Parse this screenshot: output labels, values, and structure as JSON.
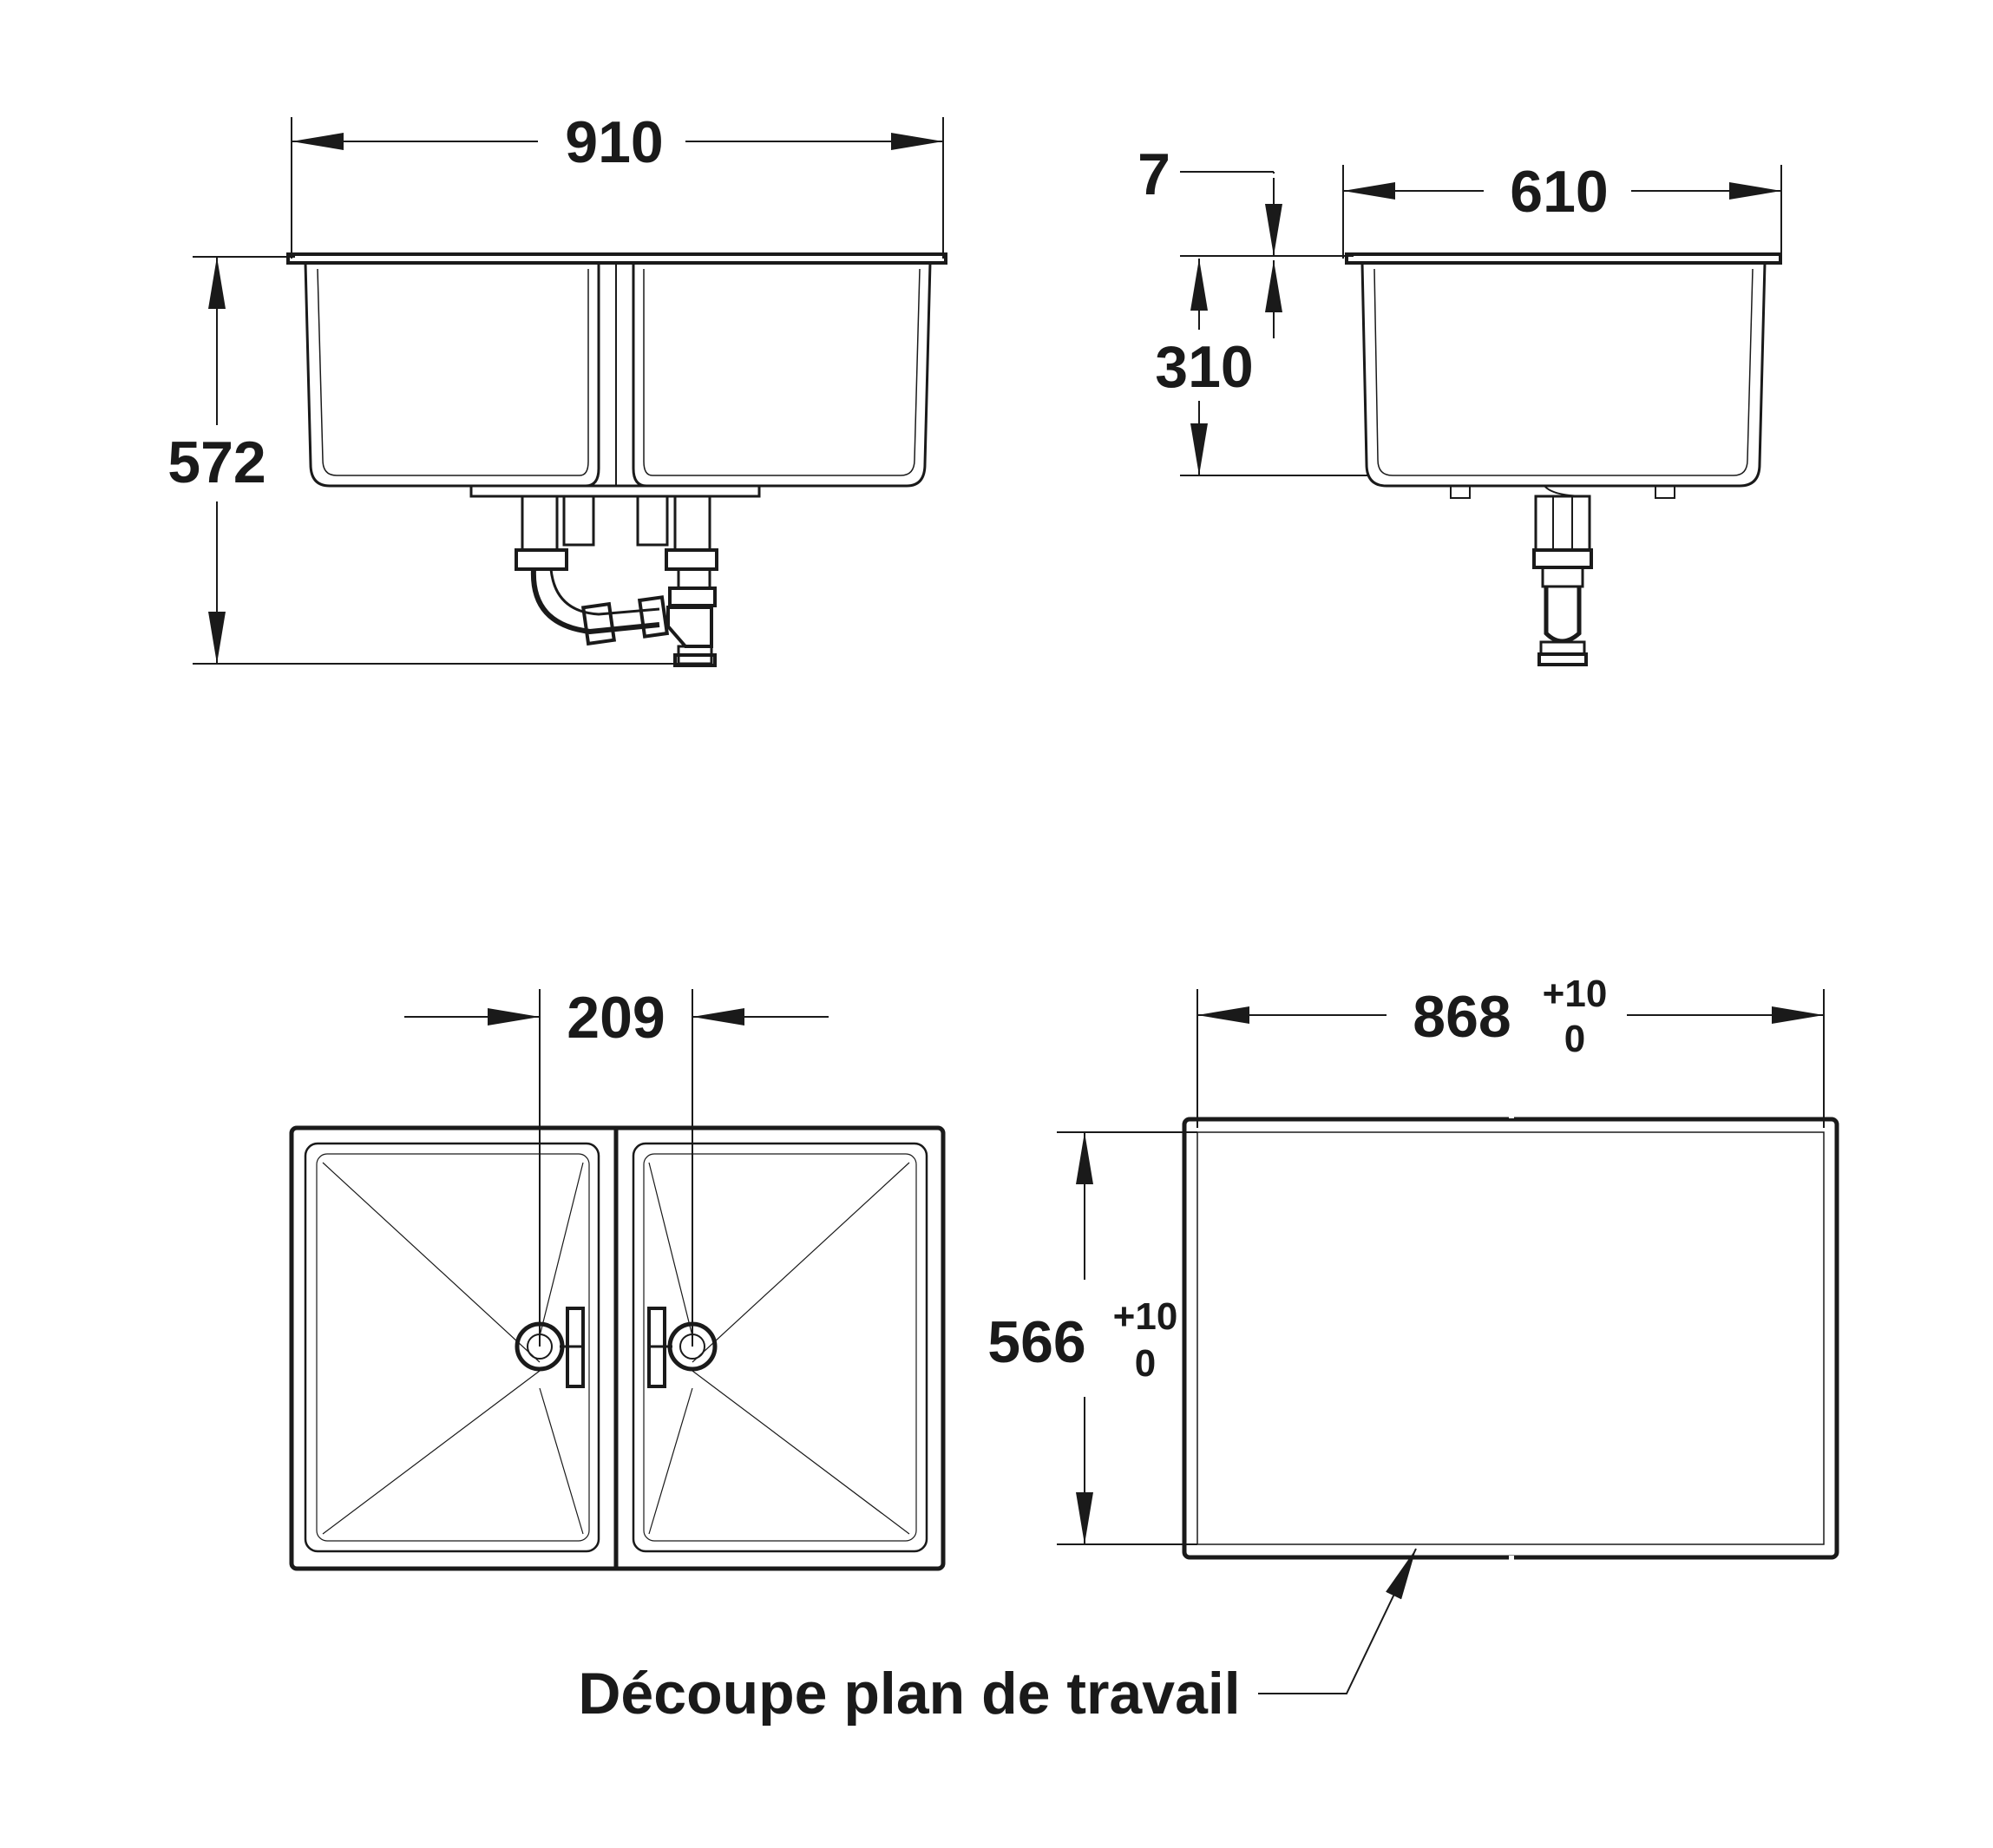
{
  "dimensions": {
    "front_width": "910",
    "front_height": "572",
    "side_depth": "610",
    "rim_thickness": "7",
    "bowl_depth": "310",
    "drain_spacing": "209",
    "cutout_width": "868",
    "cutout_width_tol_plus": "+10",
    "cutout_width_tol_minus": "0",
    "cutout_depth": "566",
    "cutout_depth_tol_plus": "+10",
    "cutout_depth_tol_minus": "0"
  },
  "labels": {
    "cutout": "Découpe plan de travail"
  },
  "colors": {
    "line": "#1a1a1a",
    "background": "#ffffff"
  }
}
